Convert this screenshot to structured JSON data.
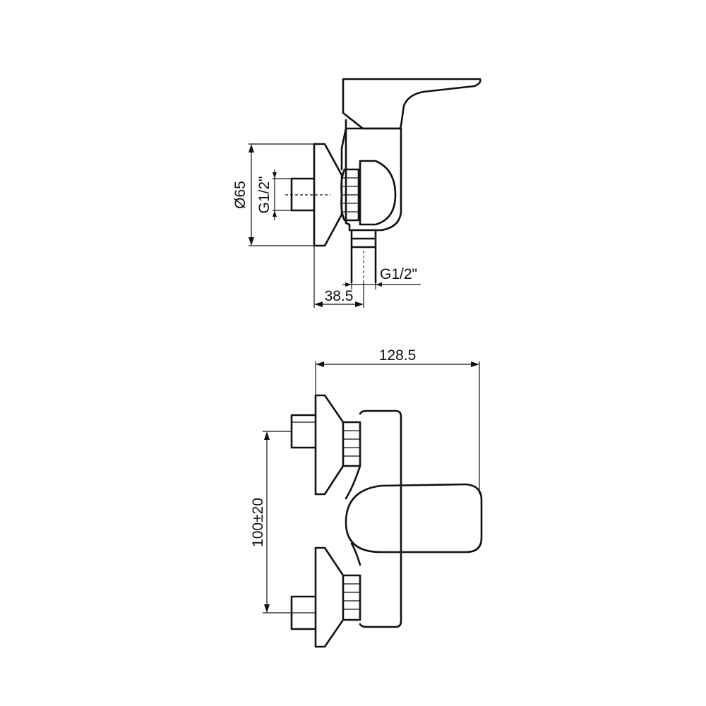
{
  "side_view": {
    "diameter_label": "Ø65",
    "inlet_thread_label": "G1/2\"",
    "outlet_thread_label": "G1/2\"",
    "depth_label": "38.5"
  },
  "front_view": {
    "width_label": "128.5",
    "centers_label": "100±20"
  }
}
